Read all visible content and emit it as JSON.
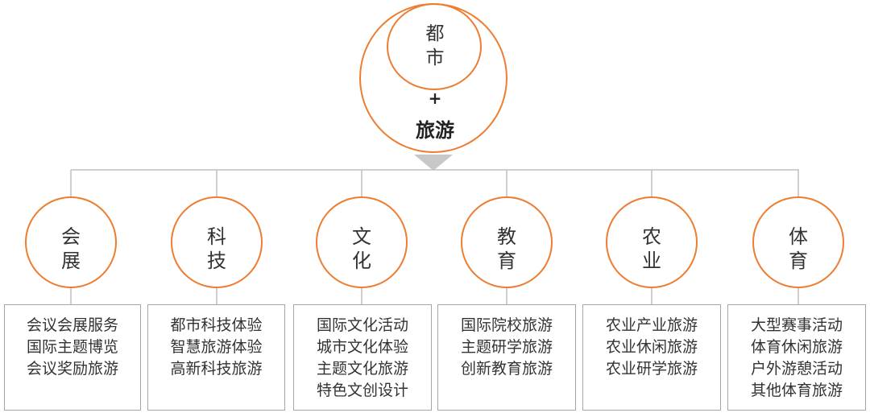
{
  "hub": {
    "inner_line1": "都",
    "inner_line2": "市",
    "plus": "+",
    "outer_label": "旅游"
  },
  "categories": [
    {
      "line1": "会",
      "line2": "展",
      "items": [
        "会议会展服务",
        "国际主题博览",
        "会议奖励旅游"
      ]
    },
    {
      "line1": "科",
      "line2": "技",
      "items": [
        "都市科技体验",
        "智慧旅游体验",
        "高新科技旅游"
      ]
    },
    {
      "line1": "文",
      "line2": "化",
      "items": [
        "国际文化活动",
        "城市文化体验",
        "主题文化旅游",
        "特色文创设计"
      ]
    },
    {
      "line1": "教",
      "line2": "育",
      "items": [
        "国际院校旅游",
        "主题研学旅游",
        "创新教育旅游"
      ]
    },
    {
      "line1": "农",
      "line2": "业",
      "items": [
        "农业产业旅游",
        "农业休闲旅游",
        "农业研学旅游"
      ]
    },
    {
      "line1": "体",
      "line2": "育",
      "items": [
        "大型赛事活动",
        "体育休闲旅游",
        "户外游憩活动",
        "其他体育旅游"
      ]
    }
  ],
  "colors": {
    "circle_stroke": "#ed7d31",
    "connector": "#bfbfbf",
    "arrow": "#c8c8c8",
    "box_border": "#a6a6a6"
  }
}
